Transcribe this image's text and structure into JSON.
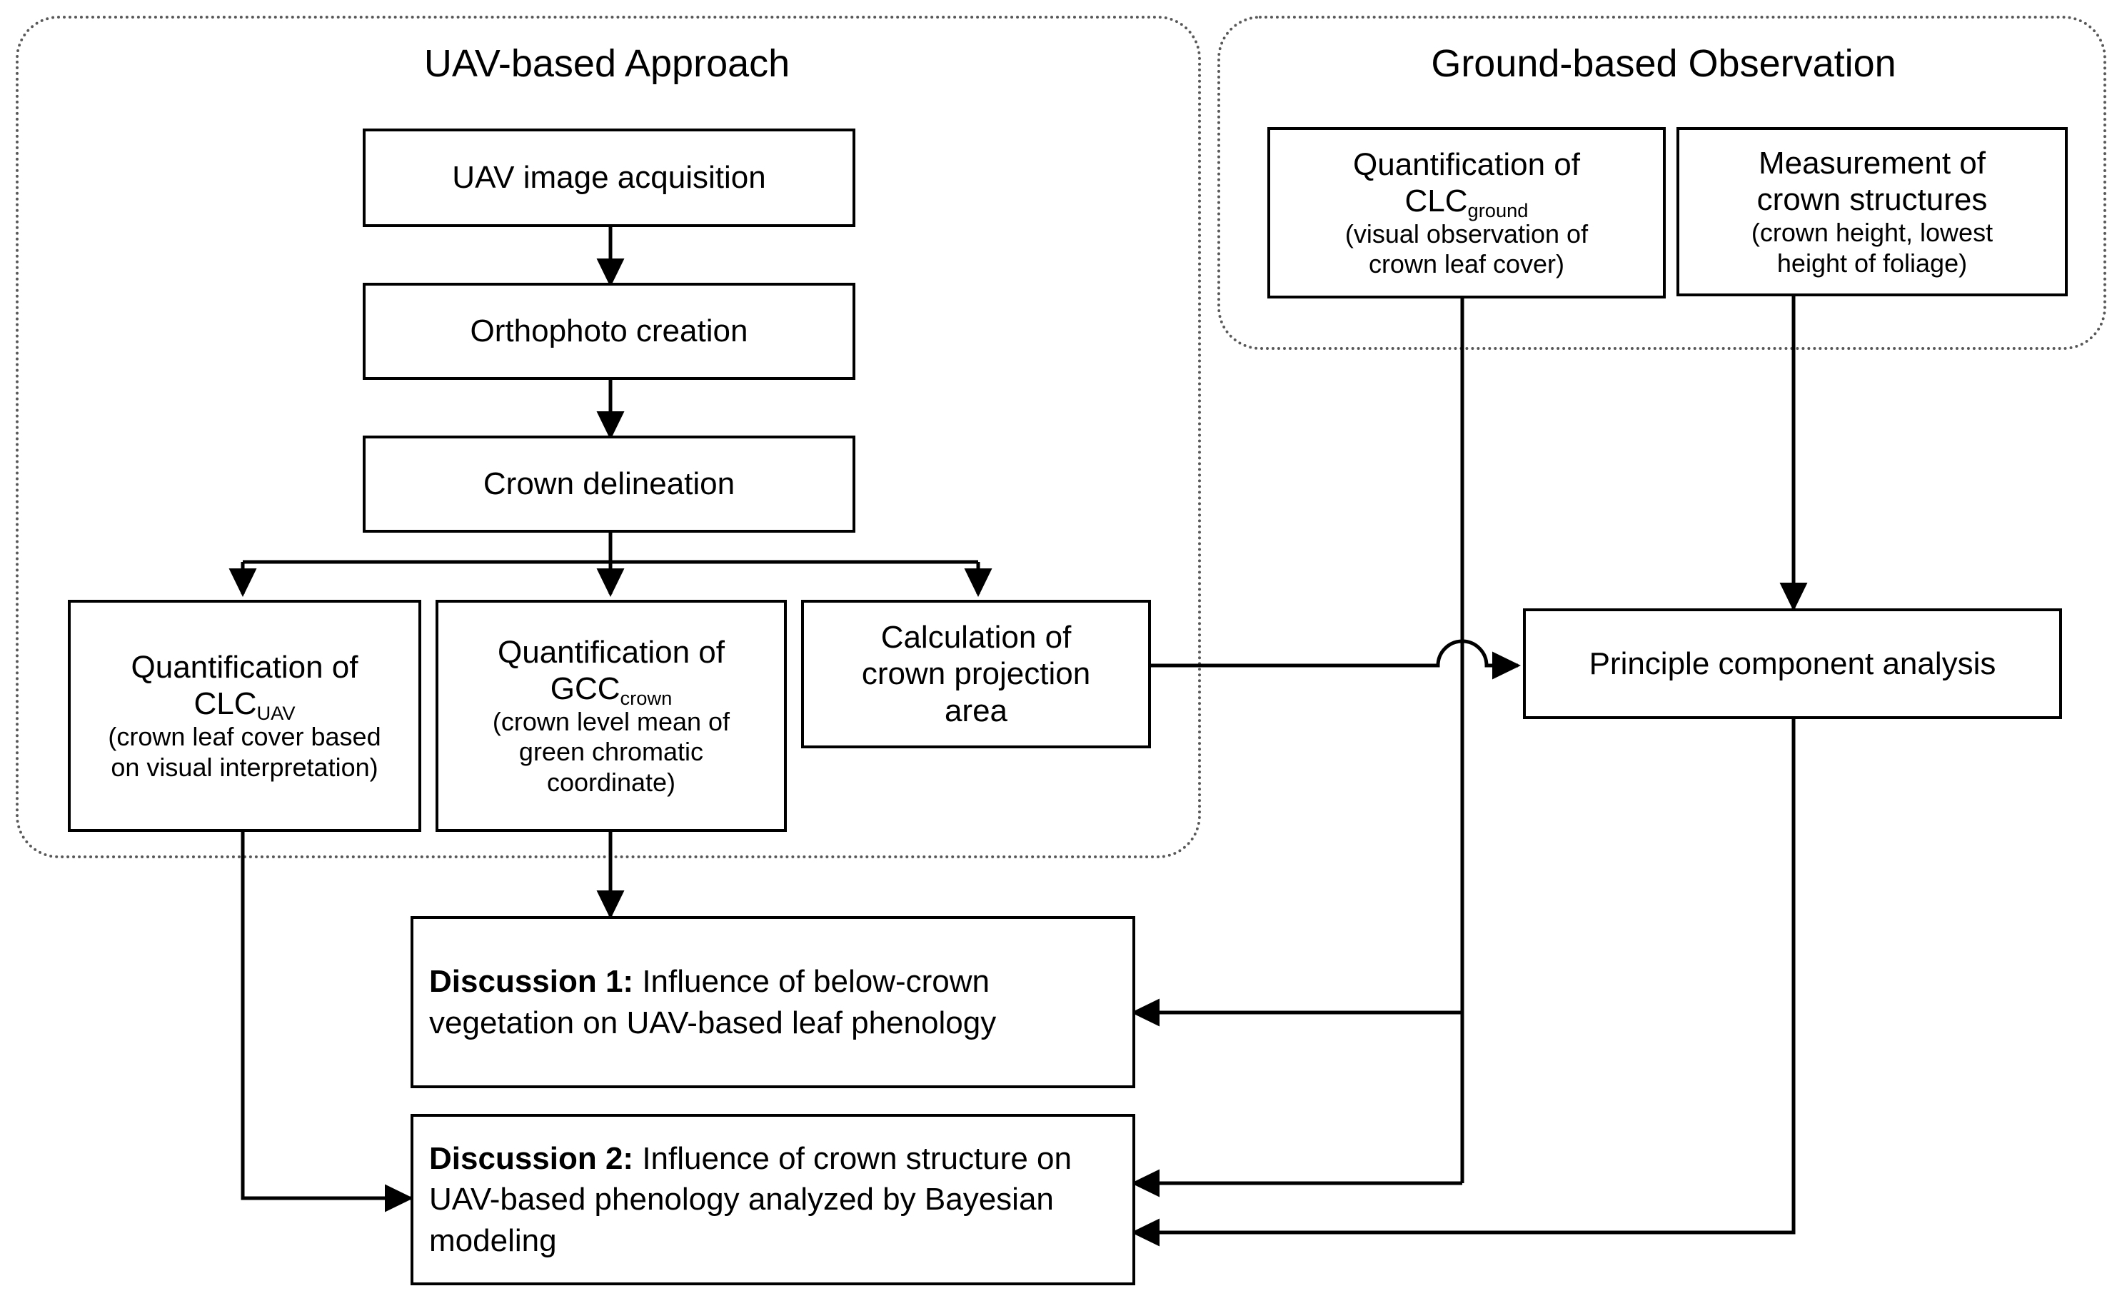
{
  "figure": {
    "type": "flowchart",
    "background": "#ffffff",
    "line_color": "#000000",
    "group_border_color": "#595959"
  },
  "groups": [
    {
      "id": "uav-group",
      "title": "UAV-based Approach",
      "border_style": "dotted"
    },
    {
      "id": "ground-group",
      "title": "Ground-based Observation",
      "border_style": "dotted"
    }
  ],
  "nodes": {
    "uav_image_acquisition": {
      "main": "UAV image acquisition"
    },
    "orthophoto_creation": {
      "main": "Orthophoto creation"
    },
    "crown_delineation": {
      "main": "Crown delineation"
    },
    "clc_uav": {
      "main_line1": "Quantification of",
      "main_line2_base": "CLC",
      "main_line2_sub": "UAV",
      "sub_line1": "(crown leaf cover based",
      "sub_line2": "on visual interpretation)"
    },
    "gcc_crown": {
      "main_line1": "Quantification of",
      "main_line2_base": "GCC",
      "main_line2_sub": "crown",
      "sub_line1": "(crown level mean of",
      "sub_line2": "green chromatic",
      "sub_line3": "coordinate)"
    },
    "crown_projection_area": {
      "main_line1": "Calculation of",
      "main_line2": "crown projection",
      "main_line3": "area"
    },
    "clc_ground": {
      "main_line1": "Quantification of",
      "main_line2_base": "CLC",
      "main_line2_sub": "ground",
      "sub_line1": "(visual observation of",
      "sub_line2": "crown leaf cover)"
    },
    "crown_structures": {
      "main_line1": "Measurement of",
      "main_line2": "crown structures",
      "sub_line1": "(crown height, lowest",
      "sub_line2": "height of foliage)"
    },
    "pca": {
      "main": "Principle component analysis"
    },
    "discussion1": {
      "label": "Discussion 1:",
      "text": " Influence of below-crown vegetation on UAV-based leaf phenology"
    },
    "discussion2": {
      "label": "Discussion 2:",
      "text": " Influence of crown structure on UAV-based phenology analyzed by Bayesian modeling"
    }
  },
  "edges": [
    {
      "from": "uav_image_acquisition",
      "to": "orthophoto_creation"
    },
    {
      "from": "orthophoto_creation",
      "to": "crown_delineation"
    },
    {
      "from": "crown_delineation",
      "to": "clc_uav"
    },
    {
      "from": "crown_delineation",
      "to": "gcc_crown"
    },
    {
      "from": "crown_delineation",
      "to": "crown_projection_area"
    },
    {
      "from": "gcc_crown",
      "to": "discussion1"
    },
    {
      "from": "clc_uav",
      "to": "discussion2"
    },
    {
      "from": "crown_projection_area",
      "to": "pca"
    },
    {
      "from": "crown_structures",
      "to": "pca"
    },
    {
      "from": "clc_ground",
      "to": "discussion1"
    },
    {
      "from": "clc_ground",
      "to": "discussion2"
    },
    {
      "from": "pca",
      "to": "discussion2"
    }
  ]
}
